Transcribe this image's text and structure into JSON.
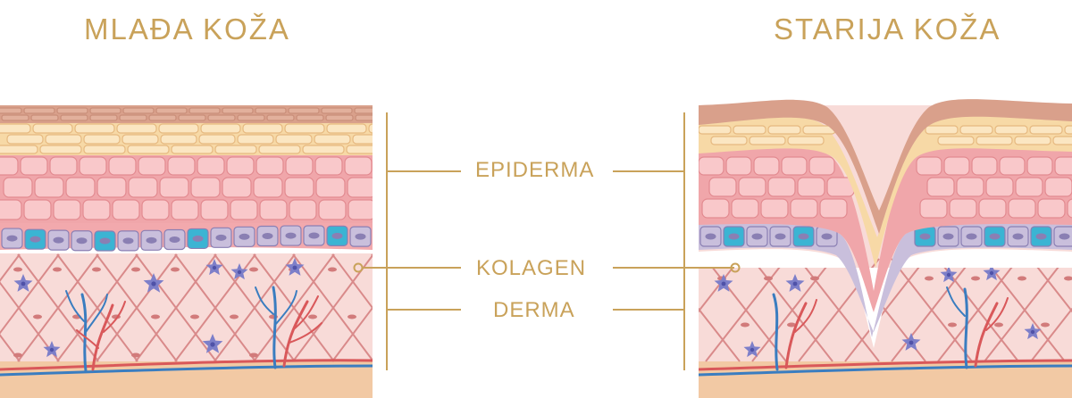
{
  "titles": {
    "left": "MLAĐA KOŽA",
    "right": "STARIJA KOŽA"
  },
  "labels": {
    "epidermis": "EPIDERMA",
    "collagen": "KOLAGEN",
    "dermis": "DERMA"
  },
  "colors": {
    "accent_gold": "#c9a25a",
    "stratum_corneum": "#d9a08b",
    "granular_layer": "#f7d9a6",
    "spinous_layer": "#f3b3b6",
    "basal_purple": "#c9bfdc",
    "basal_cyan": "#3bb4d3",
    "dermis_bg": "#f8dbd8",
    "collagen_fiber": "#d98a8a",
    "fibroblast": "#7d7fc9",
    "artery": "#d9585a",
    "vein": "#3a7dc0",
    "subcutis": "#f2c9a4"
  }
}
